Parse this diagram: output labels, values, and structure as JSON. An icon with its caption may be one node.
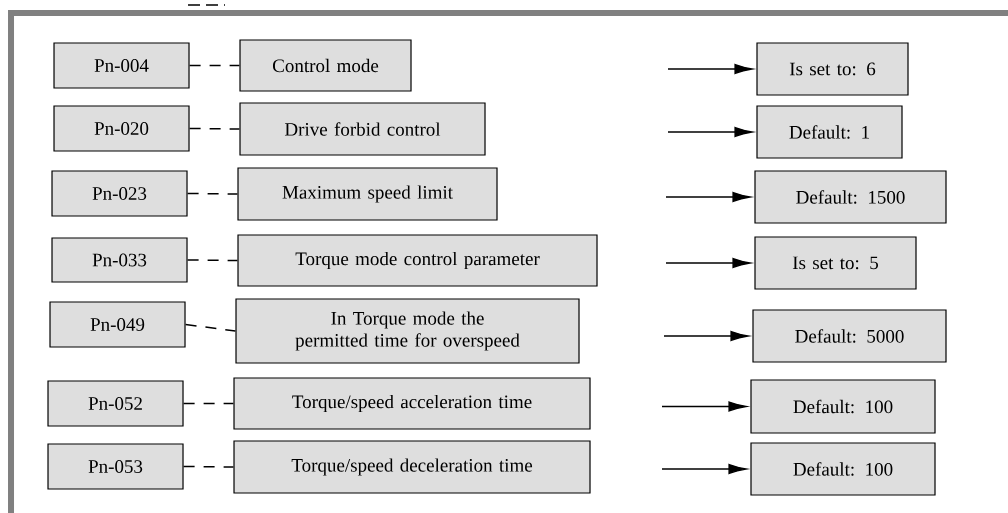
{
  "diagram": {
    "nodes": [
      {
        "text": [
          "Pn-004"
        ]
      },
      {
        "text": [
          "Control mode"
        ]
      },
      {
        "text": [
          "Is set to: 6"
        ]
      },
      {
        "text": [
          "Pn-020"
        ]
      },
      {
        "text": [
          "Drive forbid control"
        ]
      },
      {
        "text": [
          "Default: 1"
        ]
      },
      {
        "text": [
          "Pn-023"
        ]
      },
      {
        "text": [
          "Maximum speed limit"
        ]
      },
      {
        "text": [
          "Default: 1500"
        ]
      },
      {
        "text": [
          "Pn-033"
        ]
      },
      {
        "text": [
          "Torque mode control parameter"
        ]
      },
      {
        "text": [
          "Is set to: 5"
        ]
      },
      {
        "text": [
          "Pn-049"
        ]
      },
      {
        "text": [
          "In Torque mode the permitted time for overspeed"
        ]
      },
      {
        "text": [
          "Default: 5000"
        ]
      },
      {
        "text": [
          "Pn-052"
        ]
      },
      {
        "text": [
          "Torque/speed acceleration time"
        ]
      },
      {
        "text": [
          "Default: 100"
        ]
      },
      {
        "text": [
          "Pn-053"
        ]
      },
      {
        "text": [
          "Torque/speed deceleration time"
        ]
      },
      {
        "text": [
          "Default: 100"
        ]
      }
    ],
    "edges": [
      {
        "from": 0,
        "to": 1,
        "arrow": "none",
        "style": "dashed"
      },
      {
        "from": null,
        "to": 2,
        "arrow": "to"
      },
      {
        "from": 3,
        "to": 4,
        "arrow": "none",
        "style": "dashed"
      },
      {
        "from": null,
        "to": 5,
        "arrow": "to"
      },
      {
        "from": 6,
        "to": 7,
        "arrow": "none",
        "style": "dashed"
      },
      {
        "from": null,
        "to": 8,
        "arrow": "to"
      },
      {
        "from": 9,
        "to": 10,
        "arrow": "none",
        "style": "dashed"
      },
      {
        "from": null,
        "to": 11,
        "arrow": "to"
      },
      {
        "from": 12,
        "to": 13,
        "arrow": "none",
        "style": "dashed"
      },
      {
        "from": null,
        "to": 14,
        "arrow": "to"
      },
      {
        "from": 15,
        "to": 16,
        "arrow": "none",
        "style": "dashed"
      },
      {
        "from": null,
        "to": 17,
        "arrow": "to"
      },
      {
        "from": 18,
        "to": 19,
        "arrow": "none",
        "style": "dashed"
      },
      {
        "from": null,
        "to": 20,
        "arrow": "to"
      }
    ]
  }
}
